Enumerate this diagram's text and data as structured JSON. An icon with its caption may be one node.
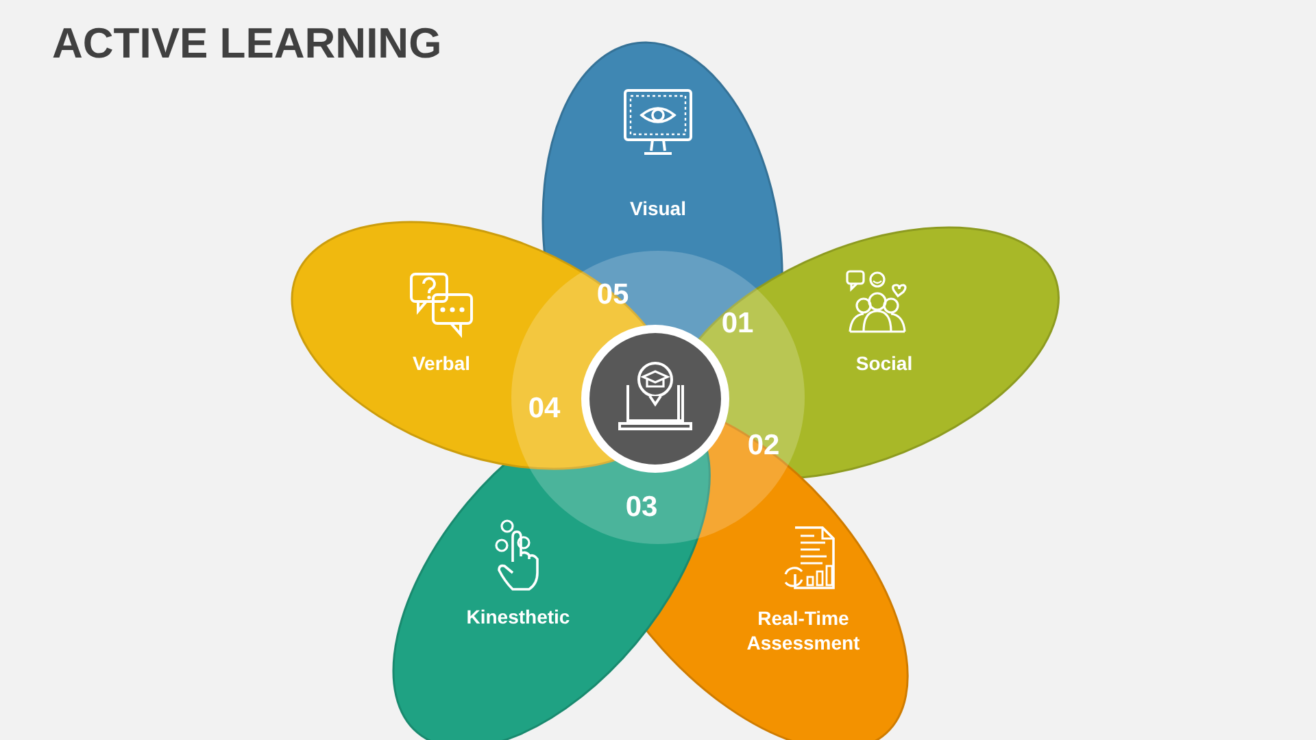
{
  "diagram": {
    "title": "ACTIVE LEARNING",
    "nodes": [
      {
        "text": [
          "Visual"
        ]
      },
      {
        "text": [
          "Social"
        ]
      },
      {
        "text": [
          "Real-Time Assessment"
        ]
      },
      {
        "text": [
          "Kinesthetic"
        ]
      },
      {
        "text": [
          "Verbal"
        ]
      },
      {
        "text": [],
        "shape": "circle"
      }
    ],
    "labels": [
      "05",
      "01",
      "04",
      "02",
      "03"
    ]
  }
}
